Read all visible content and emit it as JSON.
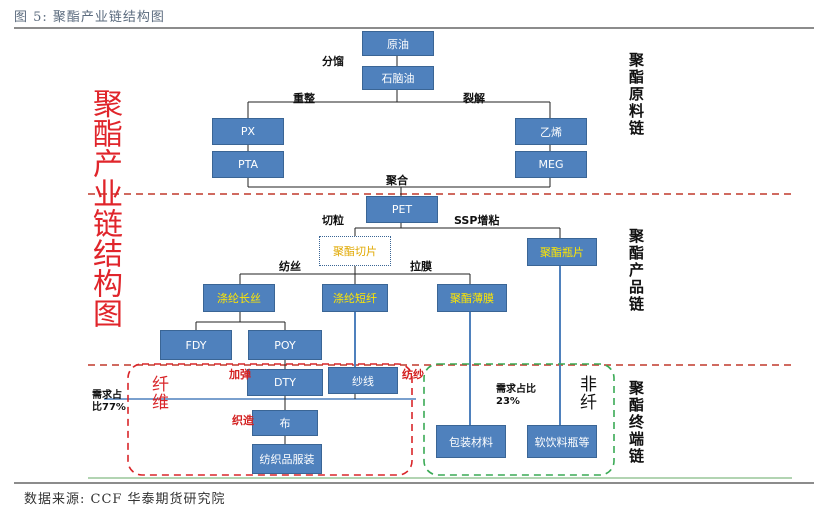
{
  "title": "图 5:  聚酯产业链结构图",
  "source": "数据来源:  CCF  华泰期货研究院",
  "main_title": "聚酯产业链结构图",
  "sections": {
    "raw": "聚酯原料链",
    "product": "聚酯产品链",
    "end": "聚酯终端链"
  },
  "nodes": {
    "yuanyou": "原油",
    "naphtha": "石脑油",
    "px": "PX",
    "pta": "PTA",
    "ethylene": "乙烯",
    "meg": "MEG",
    "pet": "PET",
    "chip": "聚酯切片",
    "bottle": "聚酯瓶片",
    "filament": "涤纶长丝",
    "staple": "涤纶短纤",
    "film": "聚酯薄膜",
    "fdy": "FDY",
    "poy": "POY",
    "dty": "DTY",
    "yarn": "纱线",
    "cloth": "布",
    "garment": "纺织品服装",
    "packaging": "包装材料",
    "softdrink": "软饮料瓶等"
  },
  "edge_labels": {
    "fenliu": "分馏",
    "chongzheng": "重整",
    "liejie": "裂解",
    "juhe": "聚合",
    "qiela": "切粒",
    "ssp": "SSP增粘",
    "fangsi": "纺丝",
    "lamo": "拉膜",
    "jiatan": "加弹",
    "fangsha": "纺纱",
    "zhizao": "织造"
  },
  "groups": {
    "fiber": "纤维",
    "nonfiber": "非纤",
    "fiber_demand": "需求占比77%",
    "nonfiber_demand": "需求占比23%"
  },
  "colors": {
    "node_fill": "#4f81bd",
    "node_border": "#3a6595",
    "divider": "#c0392b",
    "fiber_border": "#d9262a",
    "nonfiber_border": "#3aaa55",
    "accent_red": "#e0252b"
  }
}
